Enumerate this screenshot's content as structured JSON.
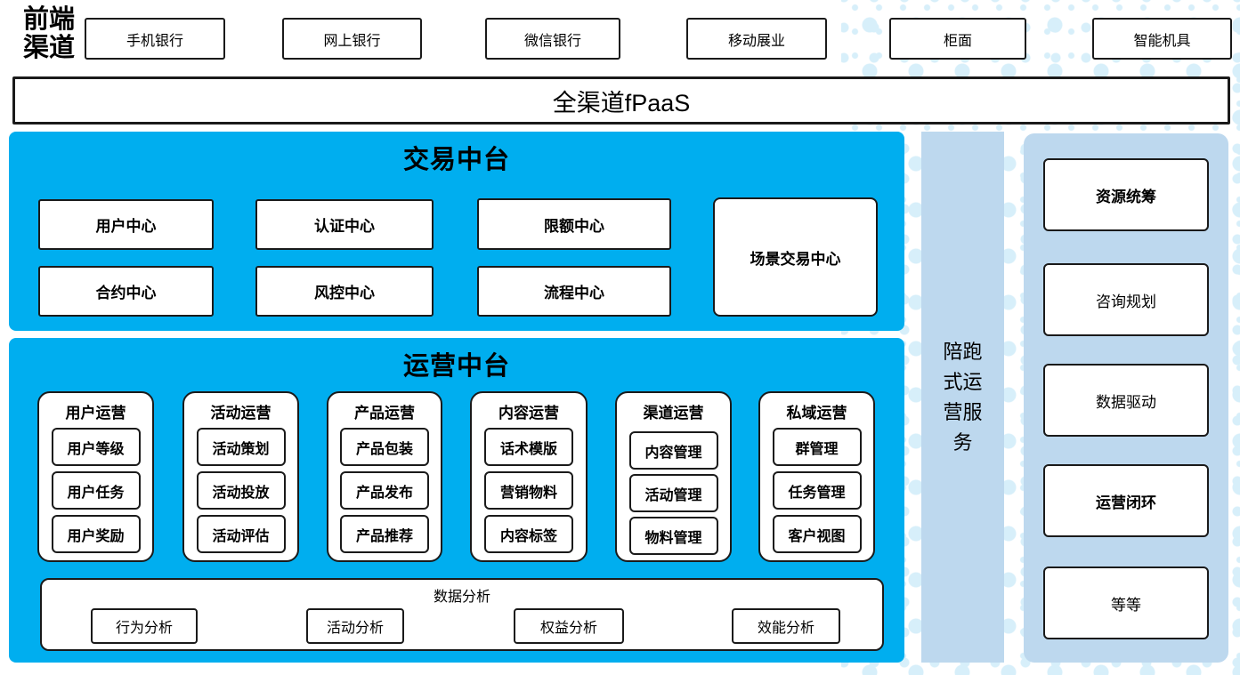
{
  "colors": {
    "blue": "#00AEEF",
    "light_blue": "#BDD8EE",
    "dot_pattern": "#D7EFFA",
    "border": "#1a1a1a"
  },
  "front_channels": {
    "label_line1": "前端",
    "label_line2": "渠道",
    "items": [
      "手机银行",
      "网上银行",
      "微信银行",
      "移动展业",
      "柜面",
      "智能机具"
    ]
  },
  "fpaas": {
    "label": "全渠道fPaaS"
  },
  "trade_platform": {
    "title": "交易中台",
    "centers": [
      "用户中心",
      "认证中心",
      "限额中心",
      "合约中心",
      "风控中心",
      "流程中心"
    ],
    "scene_center": "场景交易中心"
  },
  "ops_platform": {
    "title": "运营中台",
    "groups": [
      {
        "title": "用户运营",
        "items": [
          "用户等级",
          "用户任务",
          "用户奖励"
        ]
      },
      {
        "title": "活动运营",
        "items": [
          "活动策划",
          "活动投放",
          "活动评估"
        ]
      },
      {
        "title": "产品运营",
        "items": [
          "产品包装",
          "产品发布",
          "产品推荐"
        ]
      },
      {
        "title": "内容运营",
        "items": [
          "话术模版",
          "营销物料",
          "内容标签"
        ]
      },
      {
        "title": "渠道运营",
        "items": [
          "内容管理",
          "活动管理",
          "物料管理"
        ]
      },
      {
        "title": "私域运营",
        "items": [
          "群管理",
          "任务管理",
          "客户视图"
        ]
      }
    ],
    "analysis": {
      "title": "数据分析",
      "items": [
        "行为分析",
        "活动分析",
        "权益分析",
        "效能分析"
      ]
    }
  },
  "side_bar": {
    "label": "陪跑式运营服务"
  },
  "right_panel": {
    "items": [
      {
        "label": "资源统筹",
        "bold": true
      },
      {
        "label": "咨询规划",
        "bold": false
      },
      {
        "label": "数据驱动",
        "bold": false
      },
      {
        "label": "运营闭环",
        "bold": true
      },
      {
        "label": "等等",
        "bold": false
      }
    ]
  }
}
